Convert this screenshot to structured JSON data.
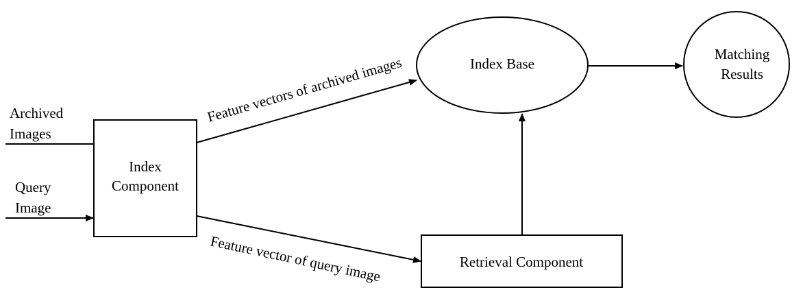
{
  "diagram": {
    "inputs": {
      "archived_line1": "Archived",
      "archived_line2": "Images",
      "query_line1": "Query",
      "query_line2": "Image"
    },
    "index_component": {
      "line1": "Index",
      "line2": "Component"
    },
    "index_base": {
      "label": "Index Base"
    },
    "matching_results": {
      "line1": "Matching",
      "line2": "Results"
    },
    "retrieval_component": {
      "label": "Retrieval Component"
    },
    "edges": {
      "archived_features": "Feature vectors of archived images",
      "query_features": "Feature vector of query image"
    }
  }
}
